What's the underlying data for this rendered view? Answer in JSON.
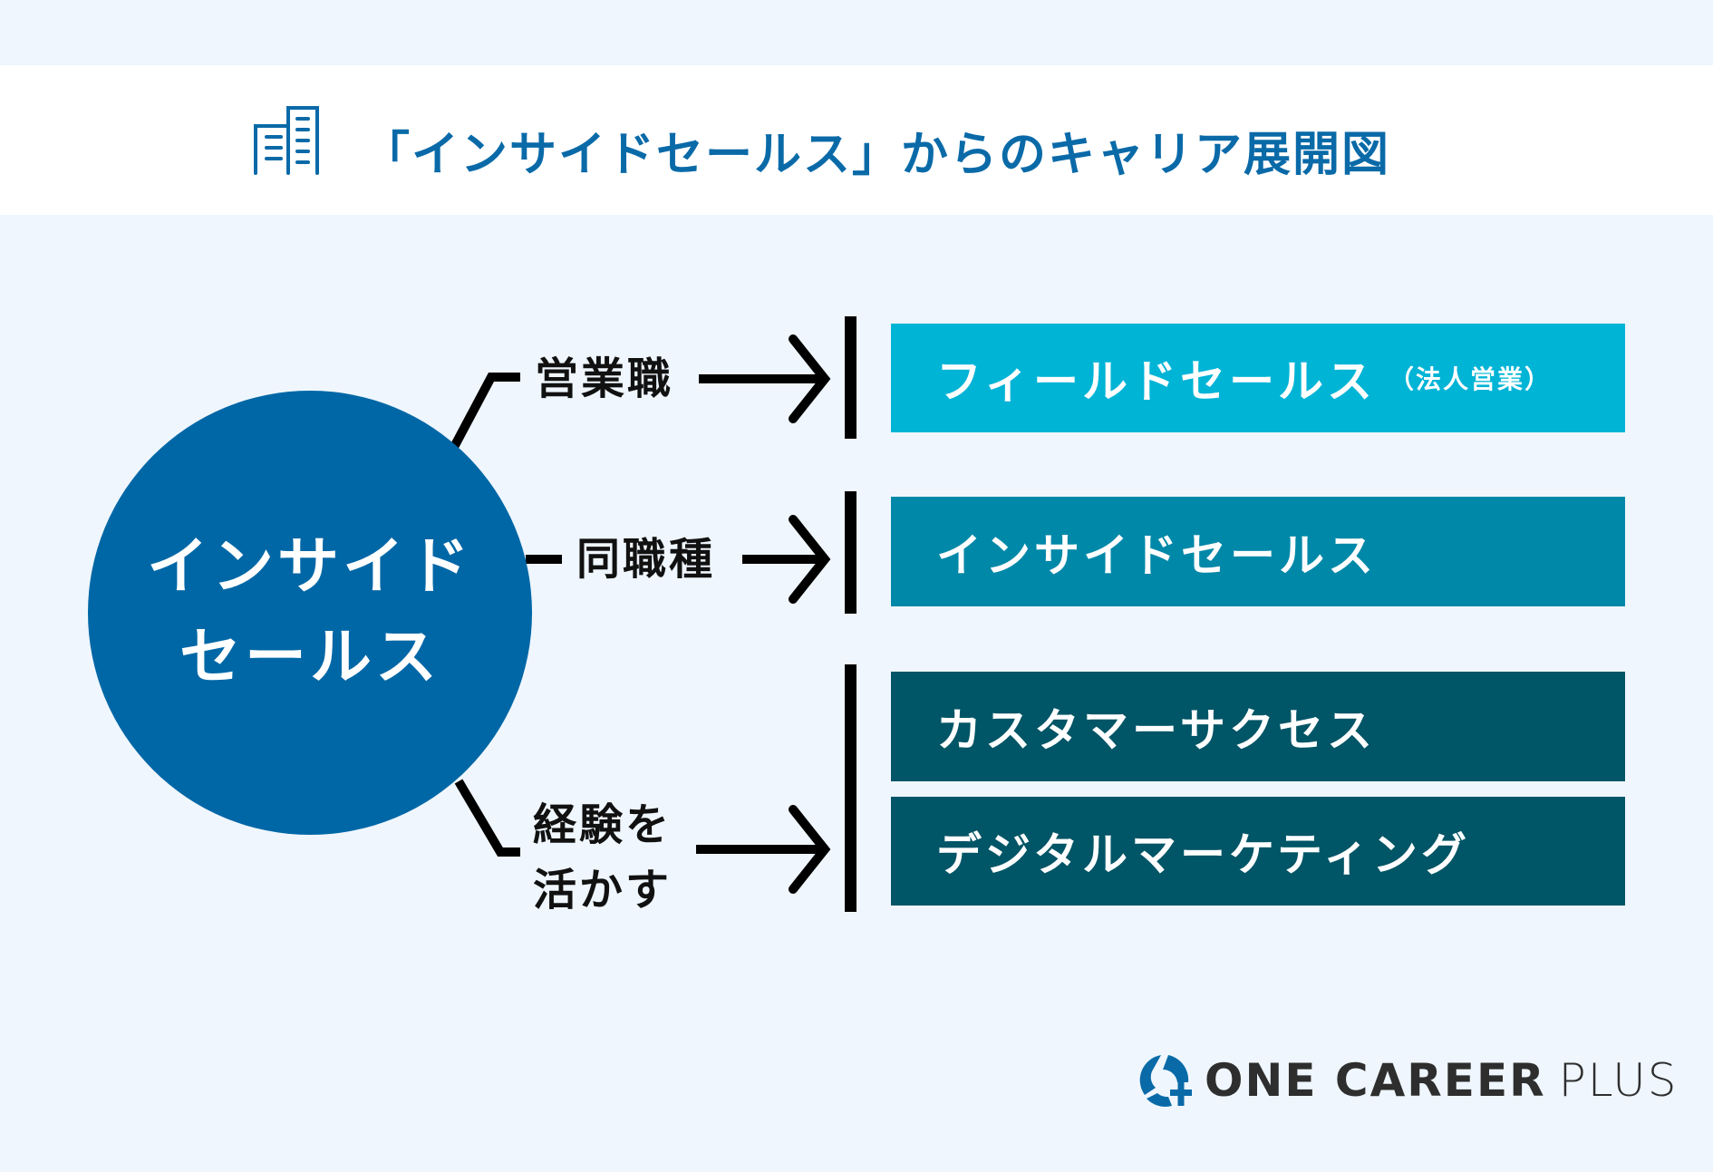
{
  "header": {
    "title": "「インサイドセールス」からのキャリア展開図",
    "icon": "building-icon"
  },
  "center": {
    "line1": "インサイド",
    "line2": "セールス"
  },
  "labels": {
    "sales": "営業職",
    "same": "同職種",
    "experience_line1": "経験を",
    "experience_line2": "活かす"
  },
  "boxes": [
    {
      "label": "フィールドセールス",
      "note": "（法人営業）",
      "color": "#00b4d6"
    },
    {
      "label": "インサイドセールス",
      "color": "#0088a8"
    },
    {
      "label": "カスタマーサクセス",
      "color": "#005566"
    },
    {
      "label": "デジタルマーケティング",
      "color": "#005566"
    }
  ],
  "logo": {
    "brand": "ONE CAREER",
    "suffix": "PLUS"
  }
}
